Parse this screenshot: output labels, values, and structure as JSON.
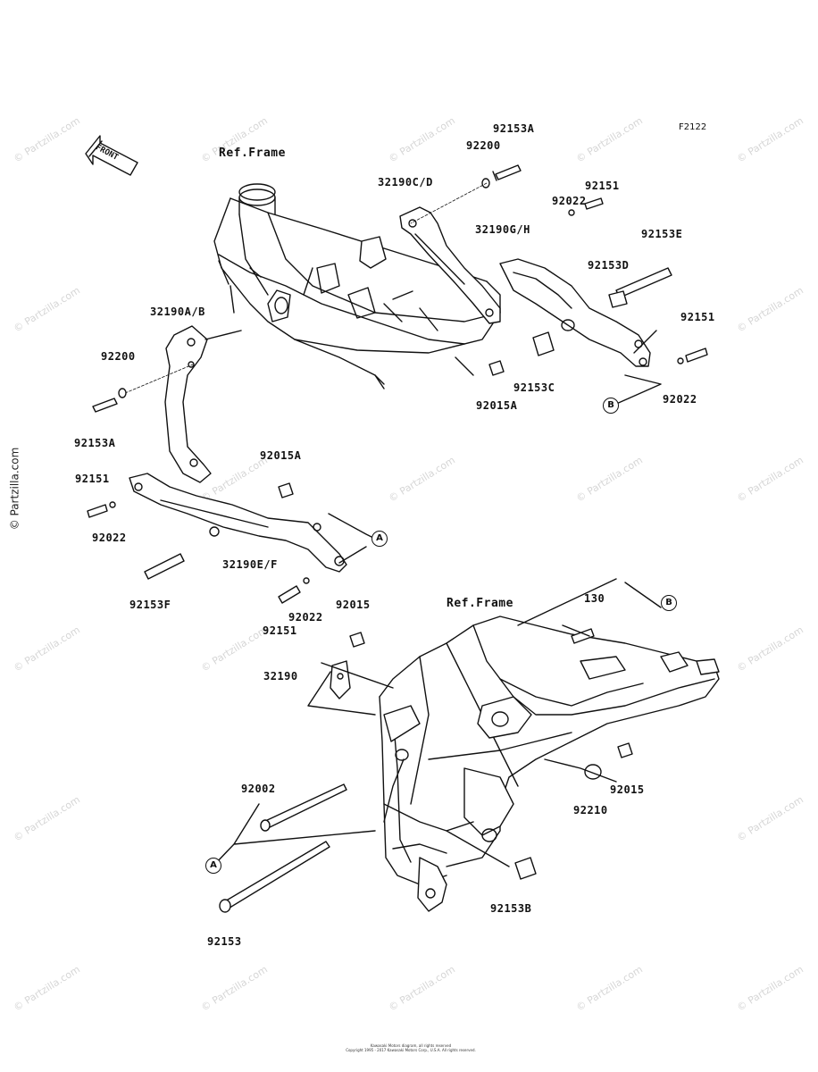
{
  "figure_id": "F2122",
  "front_label": "FRONT",
  "ref_frame_top": "Ref.Frame",
  "ref_frame_bottom": "Ref.Frame",
  "watermark_text": "© Partzilla.com",
  "copyright_line_1": "Kawasaki Motors diagram, all rights reserved",
  "copyright_line_2": "Copyright 1995 - 2017 Kawasaki Motors Corp., U.S.A. All rights reserved.",
  "callouts": {
    "a1": "A",
    "a2": "A",
    "b1": "B",
    "b2": "B"
  },
  "parts": {
    "p92153A_top": "92153A",
    "p92200_top": "92200",
    "p32190CD": "32190C/D",
    "p92022_top": "92022",
    "p92151_top": "92151",
    "p32190GH": "32190G/H",
    "p92153E": "92153E",
    "p92153D": "92153D",
    "p92151_right": "92151",
    "p92015A_right": "92015A",
    "p92153C": "92153C",
    "p92022_right": "92022",
    "p32190AB": "32190A/B",
    "p92200_left": "92200",
    "p92153A_left": "92153A",
    "p92015A_mid": "92015A",
    "p92151_left": "92151",
    "p92022_left": "92022",
    "p32190EF": "32190E/F",
    "p92153F": "92153F",
    "p92151_bottom": "92151",
    "p92022_bottom": "92022",
    "p92015_a": "92015",
    "p130": "130",
    "p32190": "32190",
    "p92002": "92002",
    "p92015_b": "92015",
    "p92210": "92210",
    "p92153B": "92153B",
    "p92153": "92153"
  }
}
